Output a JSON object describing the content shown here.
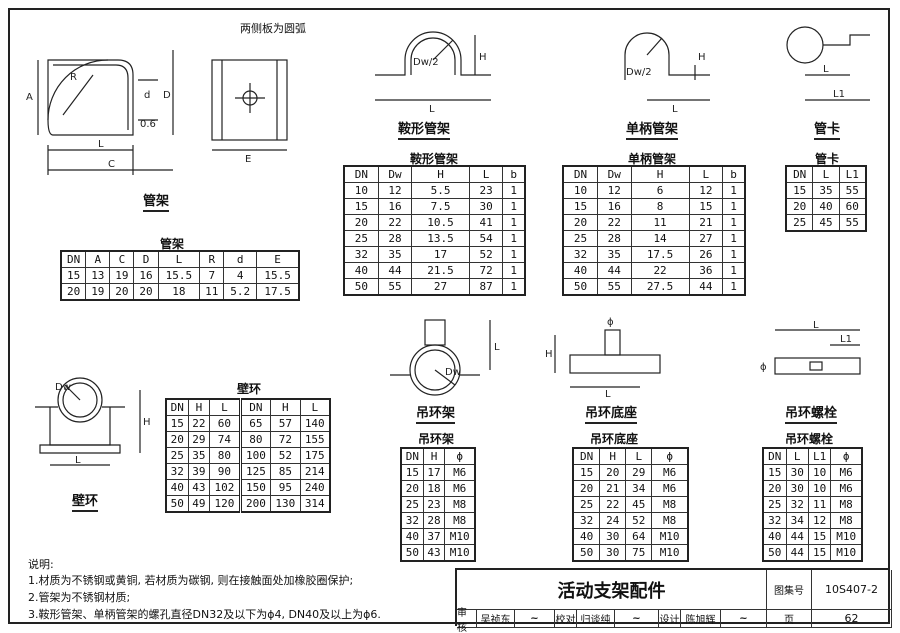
{
  "drawings": {
    "pipe_rack": {
      "label": "管架",
      "note": "两侧板为圆弧",
      "dims": [
        "A",
        "R",
        "d",
        "D",
        "0.6",
        "L",
        "C",
        "E"
      ]
    },
    "saddle": {
      "label": "鞍形管架",
      "dims": [
        "Dw/2",
        "H",
        "L"
      ]
    },
    "single": {
      "label": "单柄管架",
      "dims": [
        "Dw/2",
        "H",
        "L"
      ]
    },
    "clamp": {
      "label": "管卡",
      "dims": [
        "L",
        "L1"
      ]
    },
    "wall_ring": {
      "label": "壁环",
      "dims": [
        "Dw",
        "H",
        "L"
      ]
    },
    "hanger_ring": {
      "label": "吊环架",
      "dims": [
        "Dw",
        "L"
      ]
    },
    "hanger_base": {
      "label": "吊环底座",
      "dims": [
        "H",
        "L",
        "ϕ"
      ]
    },
    "hanger_bolt": {
      "label": "吊环螺栓",
      "dims": [
        "L",
        "L1",
        "ϕ"
      ]
    }
  },
  "tables": {
    "pipe_rack": {
      "title": "管架",
      "rows": [
        [
          "DN",
          "A",
          "C",
          "D",
          "L",
          "R",
          "d",
          "E"
        ],
        [
          "15",
          "13",
          "19",
          "16",
          "15.5",
          "7",
          "4",
          "15.5"
        ],
        [
          "20",
          "19",
          "20",
          "20",
          "18",
          "11",
          "5.2",
          "17.5"
        ]
      ]
    },
    "saddle": {
      "title": "鞍形管架",
      "rows": [
        [
          "DN",
          "Dw",
          "H",
          "L",
          "b"
        ],
        [
          "10",
          "12",
          "5.5",
          "23",
          "1"
        ],
        [
          "15",
          "16",
          "7.5",
          "30",
          "1"
        ],
        [
          "20",
          "22",
          "10.5",
          "41",
          "1"
        ],
        [
          "25",
          "28",
          "13.5",
          "54",
          "1"
        ],
        [
          "32",
          "35",
          "17",
          "52",
          "1"
        ],
        [
          "40",
          "44",
          "21.5",
          "72",
          "1"
        ],
        [
          "50",
          "55",
          "27",
          "87",
          "1"
        ]
      ]
    },
    "single": {
      "title": "单柄管架",
      "rows": [
        [
          "DN",
          "Dw",
          "H",
          "L",
          "b"
        ],
        [
          "10",
          "12",
          "6",
          "12",
          "1"
        ],
        [
          "15",
          "16",
          "8",
          "15",
          "1"
        ],
        [
          "20",
          "22",
          "11",
          "21",
          "1"
        ],
        [
          "25",
          "28",
          "14",
          "27",
          "1"
        ],
        [
          "32",
          "35",
          "17.5",
          "26",
          "1"
        ],
        [
          "40",
          "44",
          "22",
          "36",
          "1"
        ],
        [
          "50",
          "55",
          "27.5",
          "44",
          "1"
        ]
      ]
    },
    "clamp": {
      "title": "管卡",
      "rows": [
        [
          "DN",
          "L",
          "L1"
        ],
        [
          "15",
          "35",
          "55"
        ],
        [
          "20",
          "40",
          "60"
        ],
        [
          "25",
          "45",
          "55"
        ]
      ]
    },
    "wall_ring": {
      "title": "壁环",
      "rows": [
        [
          "DN",
          "H",
          "L",
          "DN",
          "H",
          "L"
        ],
        [
          "15",
          "22",
          "60",
          "65",
          "57",
          "140"
        ],
        [
          "20",
          "29",
          "74",
          "80",
          "72",
          "155"
        ],
        [
          "25",
          "35",
          "80",
          "100",
          "52",
          "175"
        ],
        [
          "32",
          "39",
          "90",
          "125",
          "85",
          "214"
        ],
        [
          "40",
          "43",
          "102",
          "150",
          "95",
          "240"
        ],
        [
          "50",
          "49",
          "120",
          "200",
          "130",
          "314"
        ]
      ]
    },
    "hanger_ring": {
      "title": "吊环架",
      "rows": [
        [
          "DN",
          "H",
          "ϕ"
        ],
        [
          "15",
          "17",
          "M6"
        ],
        [
          "20",
          "18",
          "M6"
        ],
        [
          "25",
          "23",
          "M8"
        ],
        [
          "32",
          "28",
          "M8"
        ],
        [
          "40",
          "37",
          "M10"
        ],
        [
          "50",
          "43",
          "M10"
        ]
      ]
    },
    "hanger_base": {
      "title": "吊环底座",
      "rows": [
        [
          "DN",
          "H",
          "L",
          "ϕ"
        ],
        [
          "15",
          "20",
          "29",
          "M6"
        ],
        [
          "20",
          "21",
          "34",
          "M6"
        ],
        [
          "25",
          "22",
          "45",
          "M8"
        ],
        [
          "32",
          "24",
          "52",
          "M8"
        ],
        [
          "40",
          "30",
          "64",
          "M10"
        ],
        [
          "50",
          "30",
          "75",
          "M10"
        ]
      ]
    },
    "hanger_bolt": {
      "title": "吊环螺栓",
      "rows": [
        [
          "DN",
          "L",
          "L1",
          "ϕ"
        ],
        [
          "15",
          "30",
          "10",
          "M6"
        ],
        [
          "20",
          "30",
          "10",
          "M6"
        ],
        [
          "25",
          "32",
          "11",
          "M8"
        ],
        [
          "32",
          "34",
          "12",
          "M8"
        ],
        [
          "40",
          "44",
          "15",
          "M10"
        ],
        [
          "50",
          "44",
          "15",
          "M10"
        ]
      ]
    }
  },
  "notes": {
    "heading": "说明:",
    "items": [
      "1.材质为不锈钢或黄铜, 若材质为碳钢, 则在接触面处加橡胶圈保护;",
      "2.管架为不锈钢材质;",
      "3.鞍形管架、单柄管架的螺孔直径DN32及以下为ϕ4, DN40及以上为ϕ6."
    ]
  },
  "title_block": {
    "title": "活动支架配件",
    "atlas_label": "图集号",
    "atlas_no": "10S407-2",
    "review_label": "审核",
    "reviewer": "吴祯东",
    "check_label": "校对",
    "checker": "归谈纯",
    "design_label": "设计",
    "designer": "陈旭辉",
    "page_label": "页",
    "page_no": "62"
  }
}
